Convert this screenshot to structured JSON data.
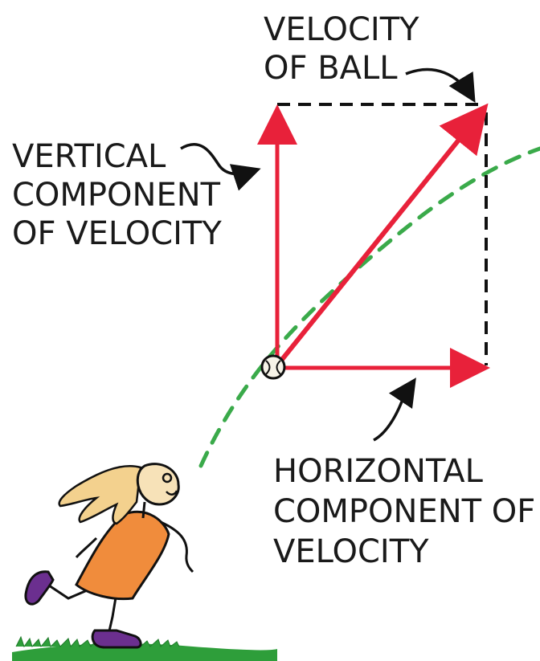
{
  "labels": {
    "velocity_of_ball": [
      "VELOCITY",
      "OF BALL"
    ],
    "vertical_component": [
      "VERTICAL",
      "COMPONENT",
      "OF VELOCITY"
    ],
    "horizontal_component": [
      "HORIZONTAL",
      "COMPONENT OF",
      "VELOCITY"
    ]
  },
  "colors": {
    "vector": "#e8213a",
    "trajectory": "#3aaa4a",
    "guide": "#111111",
    "dress": "#f08c3c",
    "hair": "#f3d18e",
    "shoes": "#6b2f8f",
    "grass": "#2e9e3a"
  }
}
